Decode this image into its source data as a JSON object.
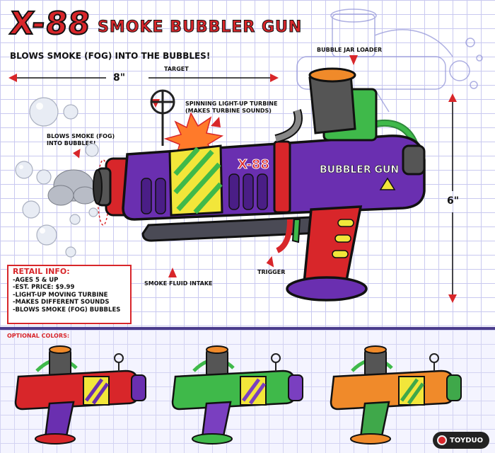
{
  "title": {
    "model": "X-88",
    "name": "SMOKE BUBBLER GUN"
  },
  "tagline": "BLOWS SMOKE (FOG) INTO THE BUBBLES!",
  "callouts": {
    "bubble_jar_loader": "BUBBLE JAR LOADER",
    "target": "TARGET",
    "turbine_line1": "SPINNING LIGHT-UP TURBINE",
    "turbine_line2": "(MAKES TURBINE SOUNDS)",
    "blows_line1": "BLOWS SMOKE (FOG)",
    "blows_line2": "INTO BUBBLES!",
    "smoke_fluid_intake": "SMOKE FLUID INTAKE",
    "trigger": "TRIGGER"
  },
  "dimensions": {
    "length": "8\"",
    "height": "6\""
  },
  "gun_labels": {
    "side_logo": "X-88",
    "body_text": "BUBBLER GUN"
  },
  "retail": {
    "title": "RETAIL INFO:",
    "items": [
      "-AGES 5 & UP",
      "-EST. PRICE: $9.99",
      "-LIGHT-UP MOVING TURBINE",
      "-MAKES DIFFERENT SOUNDS",
      "-BLOWS SMOKE (FOG) BUBBLES"
    ]
  },
  "optional_colors": {
    "title": "OPTIONAL COLORS:",
    "variants": [
      {
        "body": "#d8262a",
        "accent": "#6a2fb0",
        "grip": "#6a2fb0"
      },
      {
        "body": "#3fb94a",
        "accent": "#7a3fc0",
        "grip": "#7a3fc0"
      },
      {
        "body": "#f08a2a",
        "accent": "#3fa84a",
        "grip": "#3fa84a"
      }
    ]
  },
  "logo": {
    "text": "TOYDUO"
  },
  "colors": {
    "primary_red": "#d8262a",
    "gun_purple": "#6a2fb0",
    "turbine_yellow": "#f2e63a",
    "turbine_green": "#3fb94a"
  }
}
